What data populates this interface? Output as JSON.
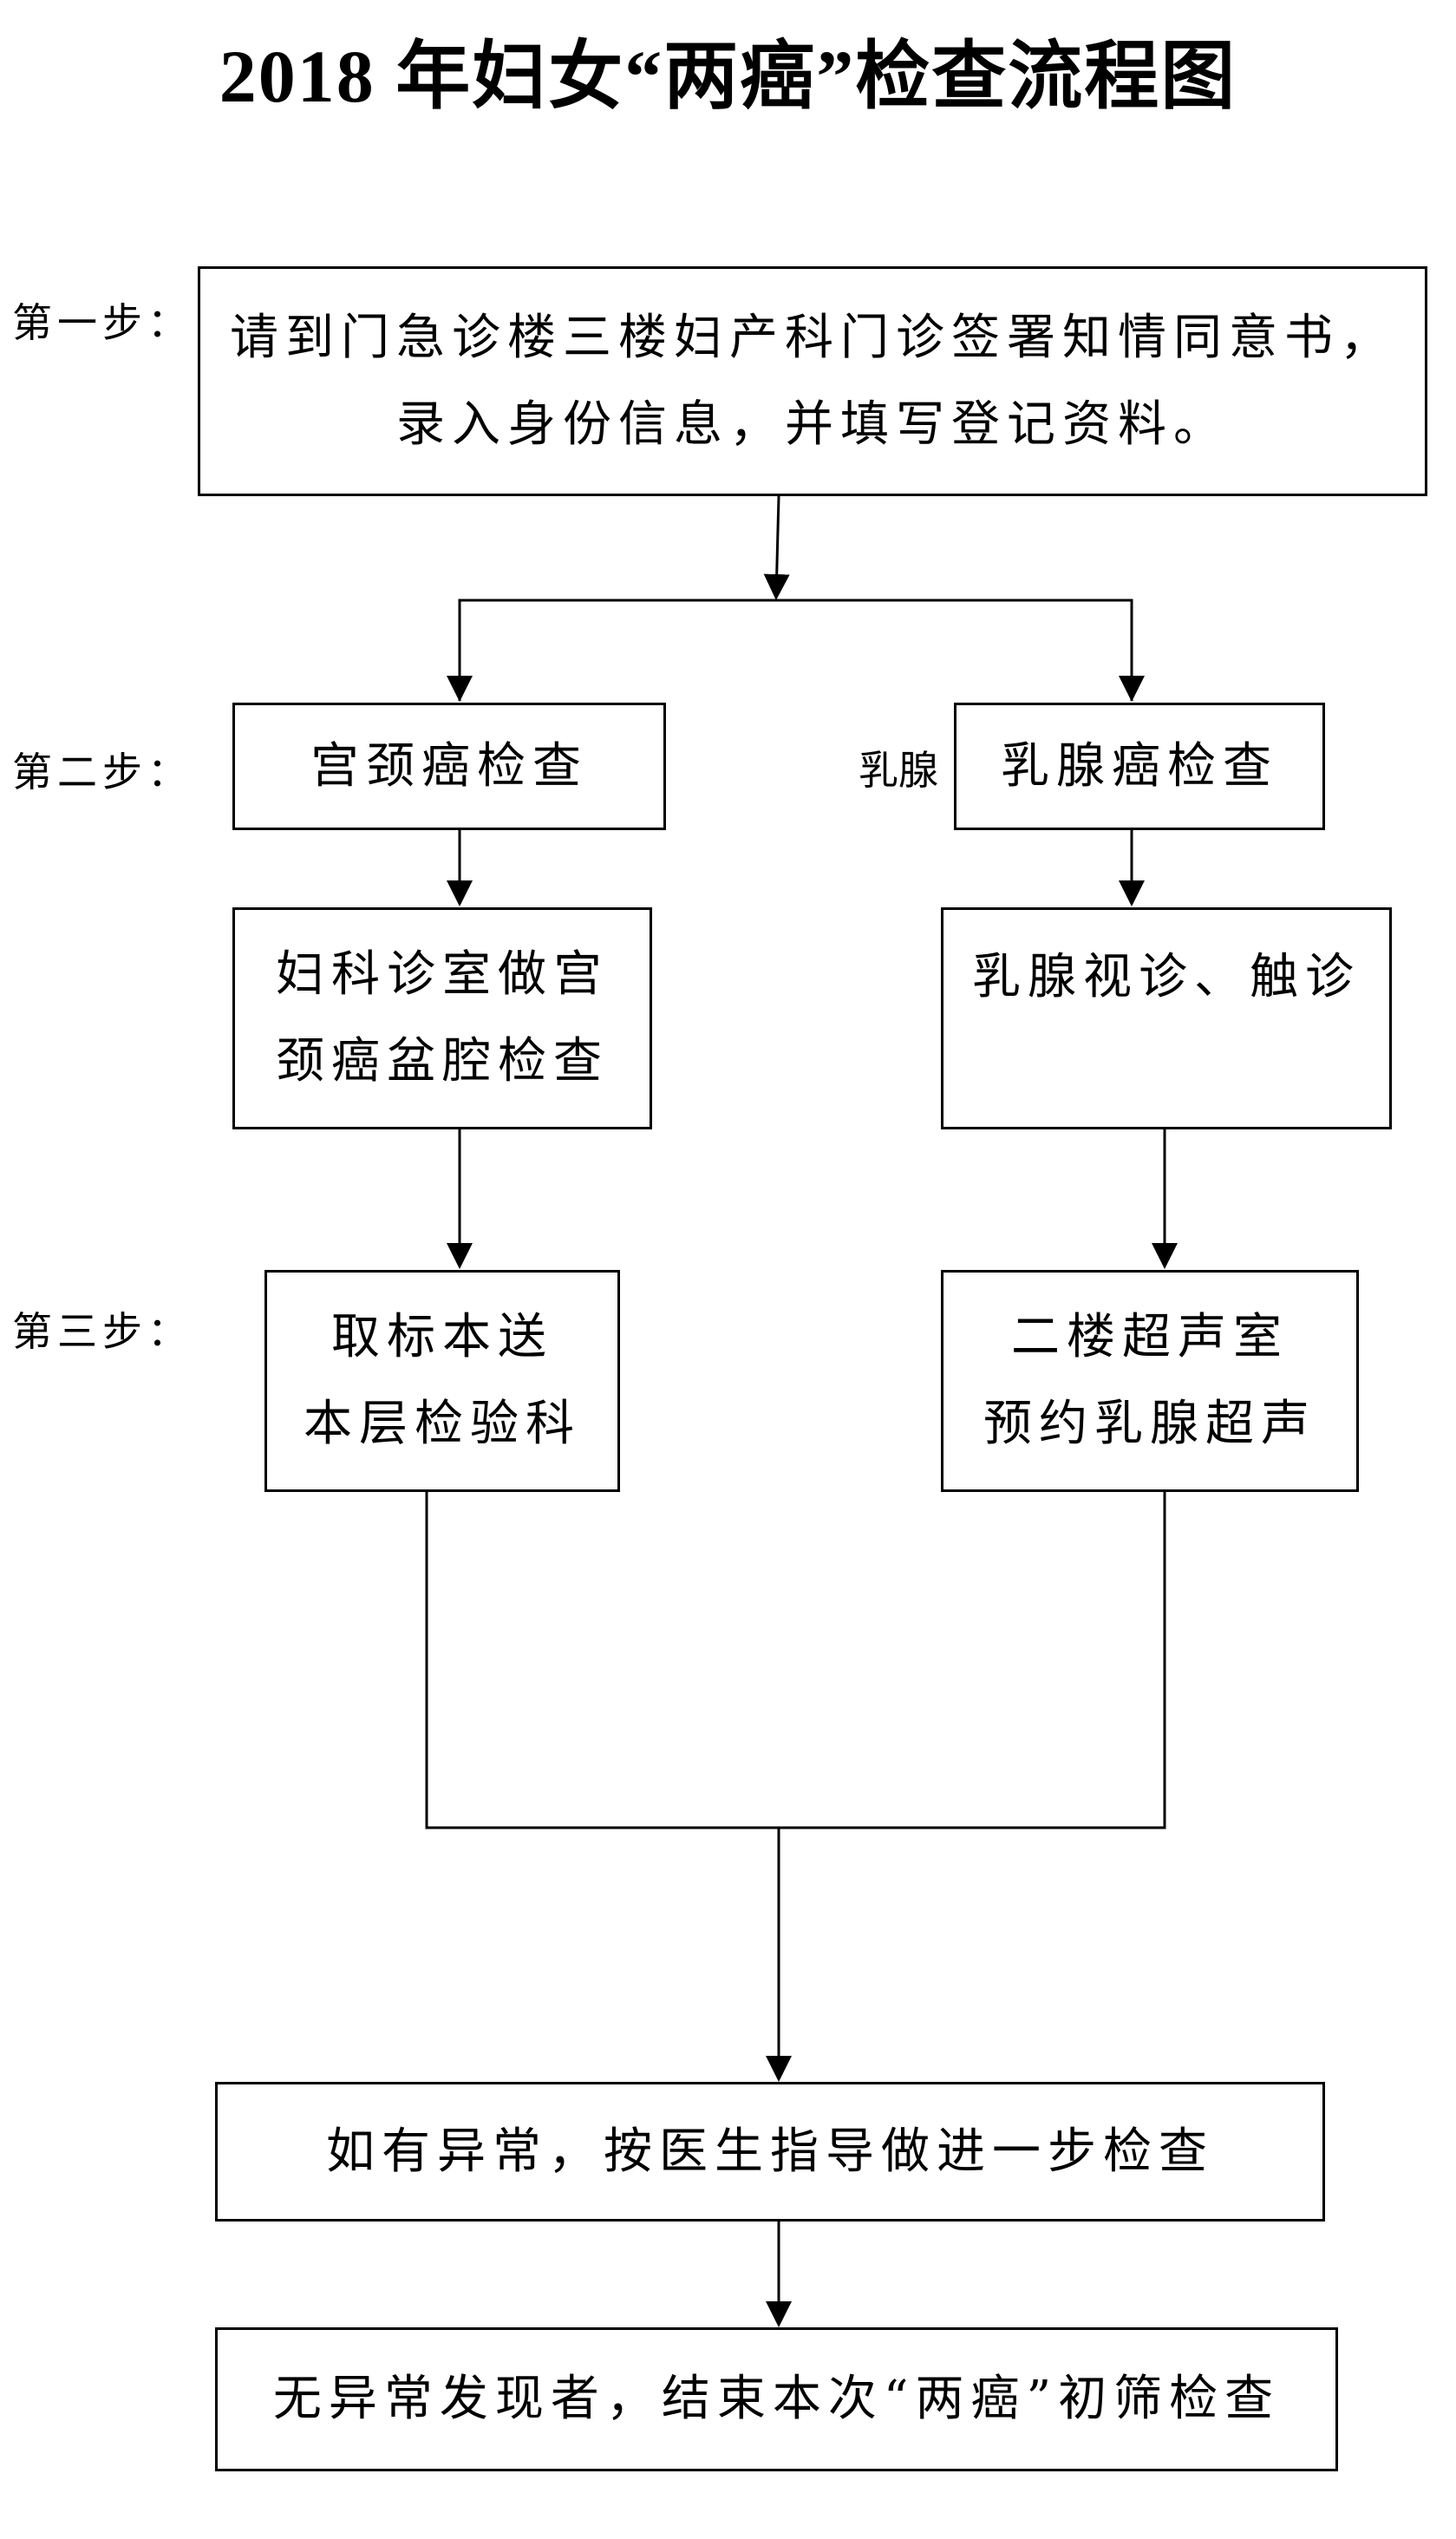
{
  "title": "2018 年妇女“两癌”检查流程图",
  "steps": {
    "step1": "第一步：",
    "step2": "第二步：",
    "step3": "第三步："
  },
  "side_label": "乳腺",
  "boxes": {
    "step1_box": {
      "line1": "请到门急诊楼三楼妇产科门诊签署知情同意书，",
      "line2": "录入身份信息，并填写登记资料。"
    },
    "cervical_check": {
      "line1": "宫颈癌检查"
    },
    "breast_check": {
      "line1": "乳腺癌检查"
    },
    "gyn_exam": {
      "line1": "妇科诊室做宫",
      "line2": "颈癌盆腔检查"
    },
    "breast_palpation": {
      "line1": "乳腺视诊、触诊"
    },
    "sample_send": {
      "line1": "取标本送",
      "line2": "本层检验科"
    },
    "ultrasound": {
      "line1": "二楼超声室",
      "line2": "预约乳腺超声"
    },
    "abnormal": {
      "line1": "如有异常，按医生指导做进一步检查"
    },
    "no_abnormal": {
      "line1": "无异常发现者，结束本次“两癌”初筛检查"
    }
  },
  "colors": {
    "line": "#000000",
    "background": "#ffffff"
  }
}
